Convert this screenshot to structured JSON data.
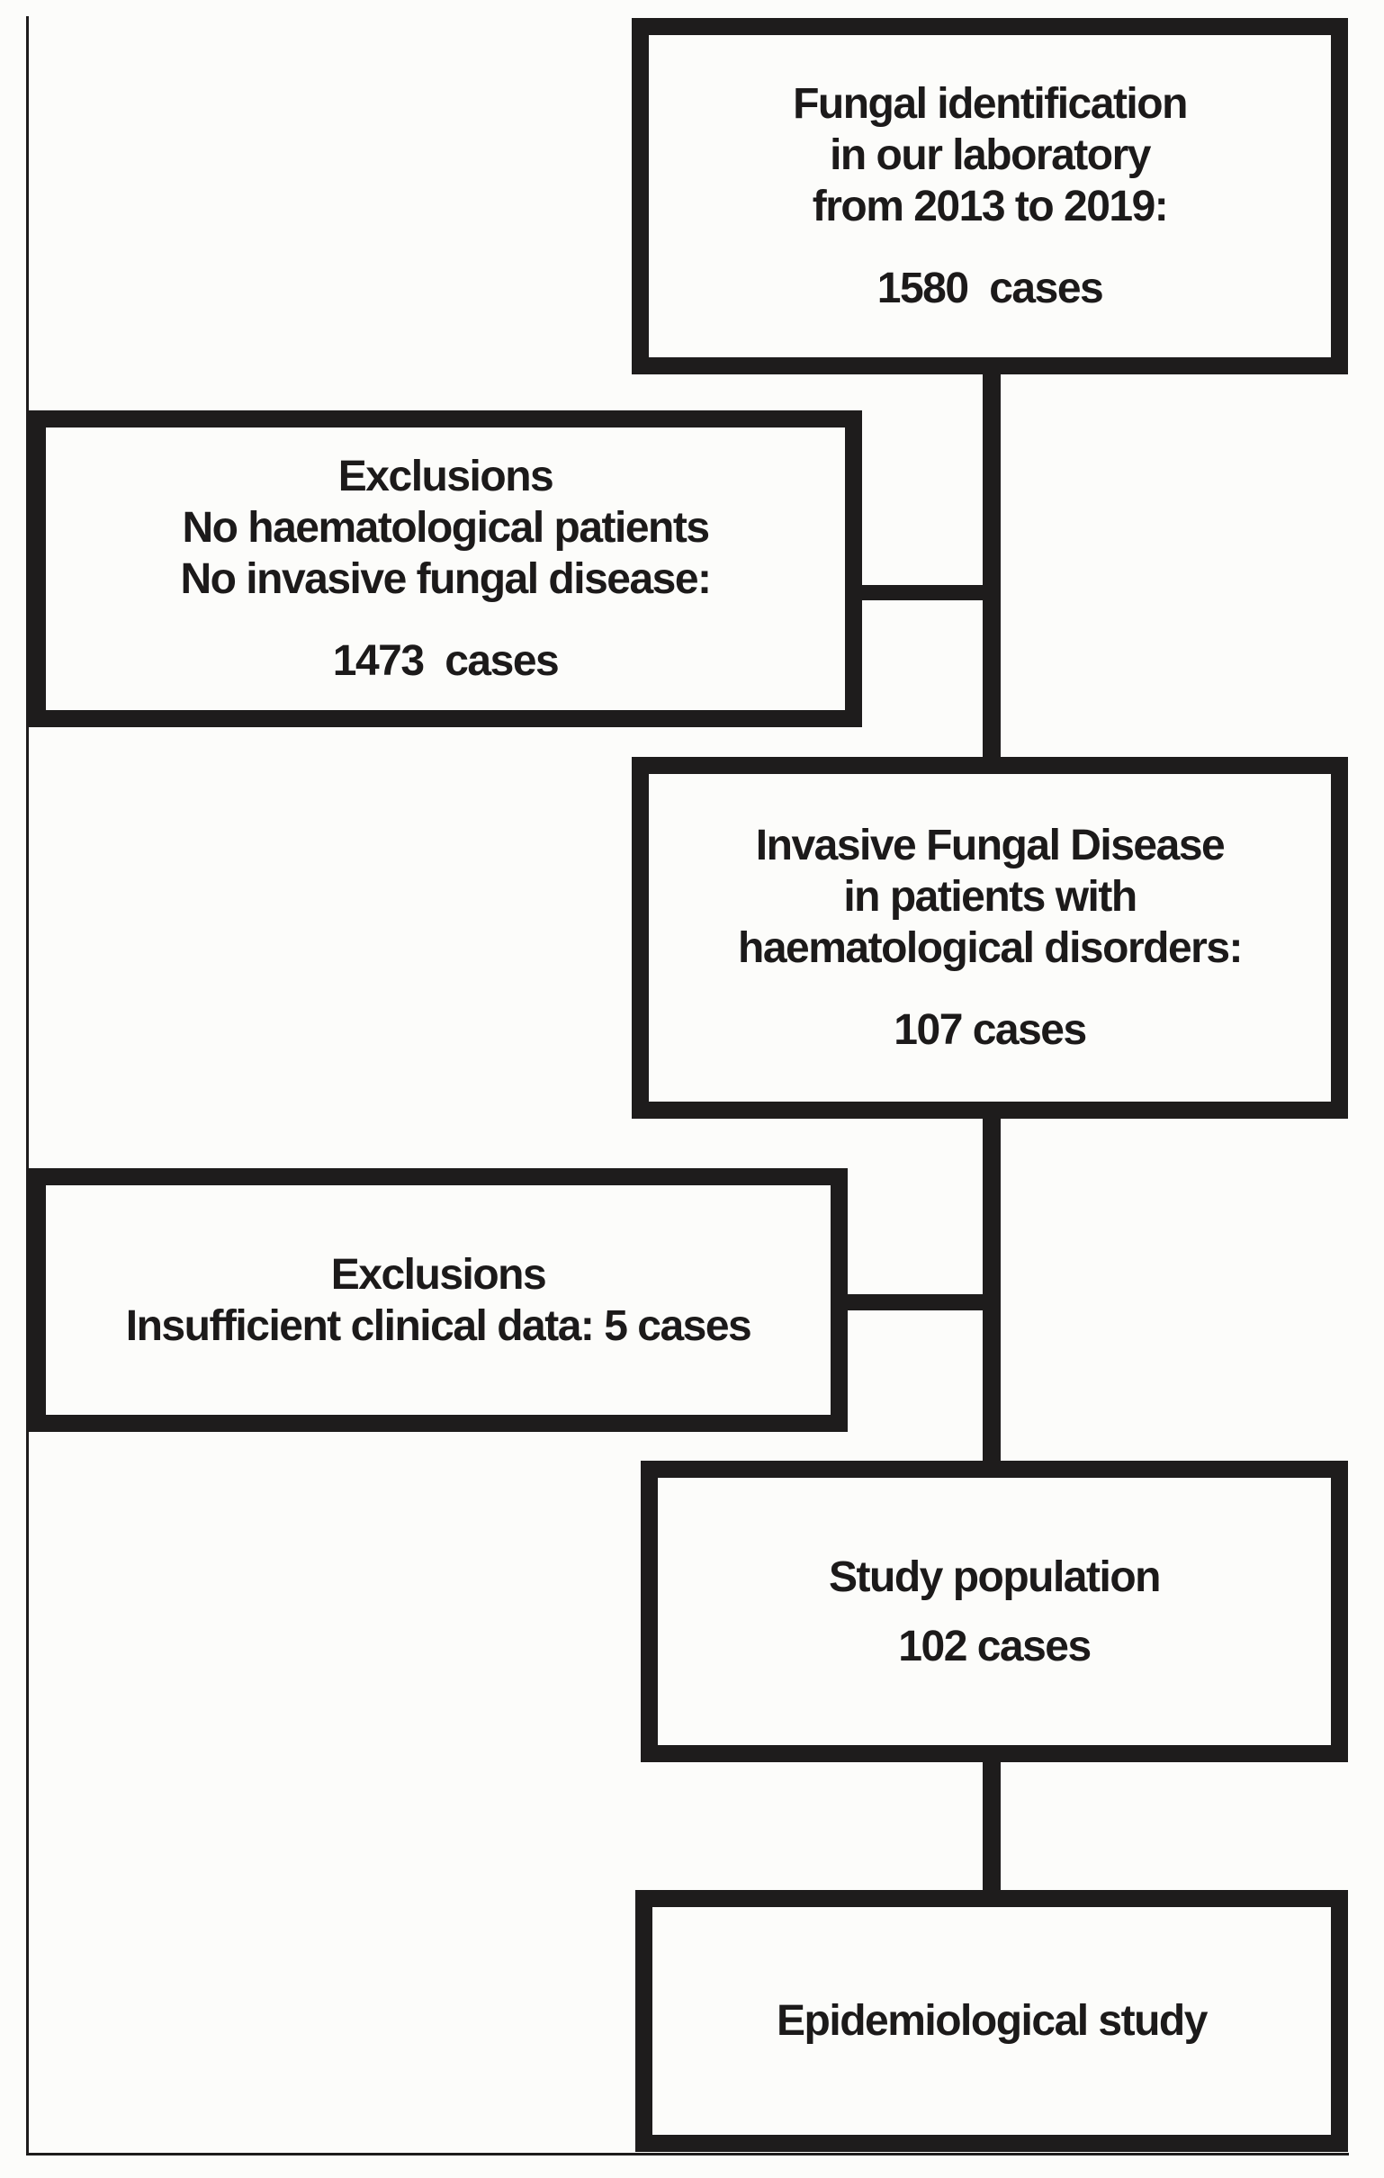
{
  "nodes": {
    "fungal_identification": {
      "lines": [
        "Fungal identification",
        "in our laboratory",
        "from 2013 to 2019:"
      ],
      "cases": "1580  cases"
    },
    "exclusions_1": {
      "lines": [
        "Exclusions",
        "No haematological patients",
        "No invasive fungal disease:"
      ],
      "cases": "1473  cases"
    },
    "invasive_fungal_disease": {
      "lines": [
        "Invasive Fungal Disease",
        "in patients with",
        "haematological disorders:"
      ],
      "cases": "107 cases"
    },
    "exclusions_2": {
      "lines": [
        "Exclusions",
        "Insufficient clinical data: 5 cases"
      ]
    },
    "study_population": {
      "lines": [
        "Study population"
      ],
      "cases": "102 cases"
    },
    "epidemiological_study": {
      "lines": [
        "Epidemiological study"
      ]
    }
  },
  "colors": {
    "line": "#1e1c1c",
    "background": "#fcfcfa",
    "text": "#1c1a1a"
  }
}
